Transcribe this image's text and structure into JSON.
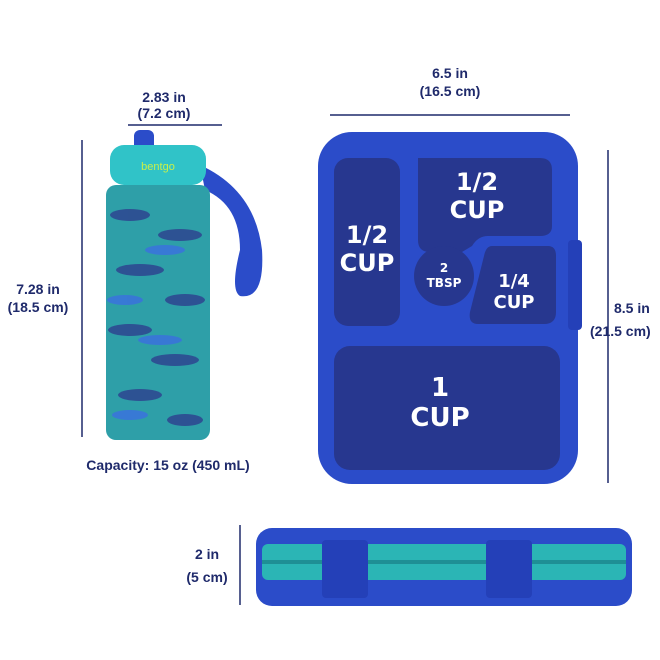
{
  "bottle": {
    "width_label": "2.83 in",
    "width_label_metric": "(7.2 cm)",
    "height_label": "7.28 in",
    "height_label_metric": "(18.5 cm)",
    "capacity": "Capacity: 15 oz (450 mL)",
    "brand": "bentgo"
  },
  "lunchbox": {
    "width_label": "6.5 in",
    "width_label_metric": "(16.5 cm)",
    "height_label": "8.5 in",
    "height_label_metric": "(21.5 cm)",
    "depth_label": "2 in",
    "depth_label_metric": "(5 cm)",
    "compartments": [
      {
        "line1": "1/2",
        "line2": "CUP"
      },
      {
        "line1": "1/2",
        "line2": "CUP"
      },
      {
        "line1": "2",
        "line2": "TBSP"
      },
      {
        "line1": "1/4",
        "line2": "CUP"
      },
      {
        "line1": "1",
        "line2": "CUP"
      }
    ]
  },
  "colors": {
    "navy": "#1f2a6b",
    "box_blue": "#2b4cc9",
    "teal": "#2fc2c4"
  }
}
